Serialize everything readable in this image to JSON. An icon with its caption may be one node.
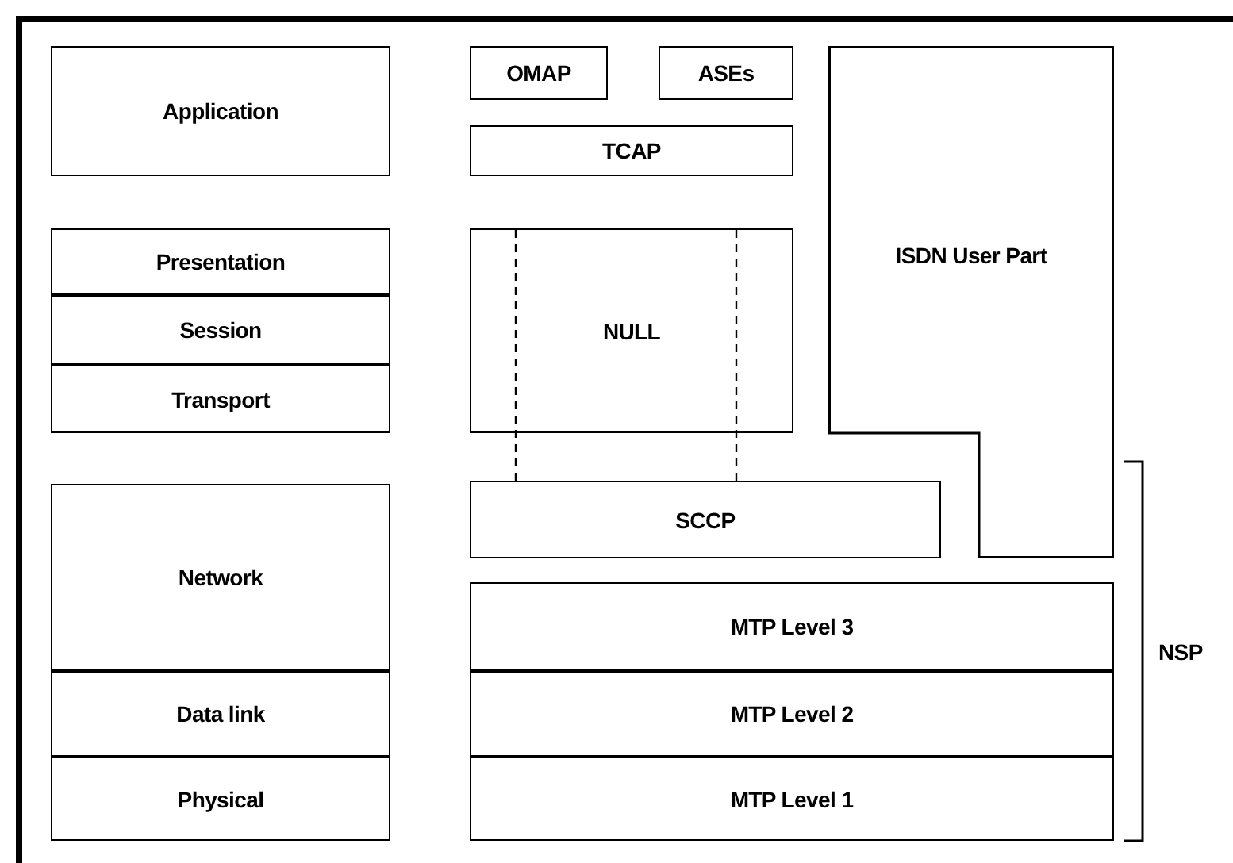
{
  "diagram": {
    "nodes": [
      {
        "text": [
          "Application"
        ]
      },
      {
        "text": [
          "Presentation"
        ]
      },
      {
        "text": [
          "Session"
        ]
      },
      {
        "text": [
          "Transport"
        ]
      },
      {
        "text": [
          "Network"
        ]
      },
      {
        "text": [
          "Data link"
        ]
      },
      {
        "text": [
          "Physical"
        ]
      },
      {
        "text": [
          "OMAP"
        ]
      },
      {
        "text": [
          "ASEs"
        ]
      },
      {
        "text": [
          "TCAP"
        ]
      },
      {
        "text": [
          "NULL"
        ]
      },
      {
        "text": [
          "ISDN User Part"
        ]
      },
      {
        "text": [
          "SCCP"
        ]
      },
      {
        "text": [
          "MTP Level 3"
        ]
      },
      {
        "text": [
          "MTP Level 2"
        ]
      },
      {
        "text": [
          "MTP Level 1"
        ]
      }
    ],
    "labels": [
      "NSP"
    ]
  }
}
